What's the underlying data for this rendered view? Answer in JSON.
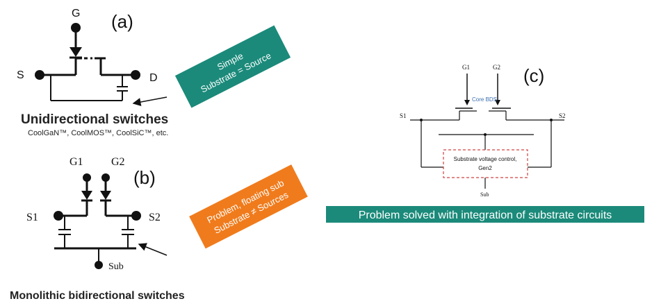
{
  "panel_a": {
    "label": "(a)",
    "gate": "G",
    "source": "S",
    "drain": "D",
    "title": "Unidirectional switches",
    "subtitle": "CoolGaN™, CoolMOS™, CoolSiC™, etc.",
    "callout": {
      "line1": "Simple",
      "line2": "Substrate = Source",
      "color": "#1b8a7a"
    }
  },
  "panel_b": {
    "label": "(b)",
    "gate1": "G1",
    "gate2": "G2",
    "source1": "S1",
    "source2": "S2",
    "substrate": "Sub",
    "title": "Monolithic bidirectional switches",
    "callout": {
      "line1": "Problem, floating sub",
      "line2": "Substrate ≠ Sources",
      "color": "#f07b1c"
    }
  },
  "panel_c": {
    "label": "(c)",
    "gate1": "G1",
    "gate2": "G2",
    "source1": "S1",
    "source2": "S2",
    "core": "Core BDS",
    "box_line1": "Substrate voltage control,",
    "box_line2": "Gen2",
    "substrate": "Sub",
    "banner": "Problem solved with integration of substrate circuits",
    "banner_color": "#1b8a7a",
    "core_color": "#3a6fb0",
    "box_border_color": "#d04040"
  }
}
